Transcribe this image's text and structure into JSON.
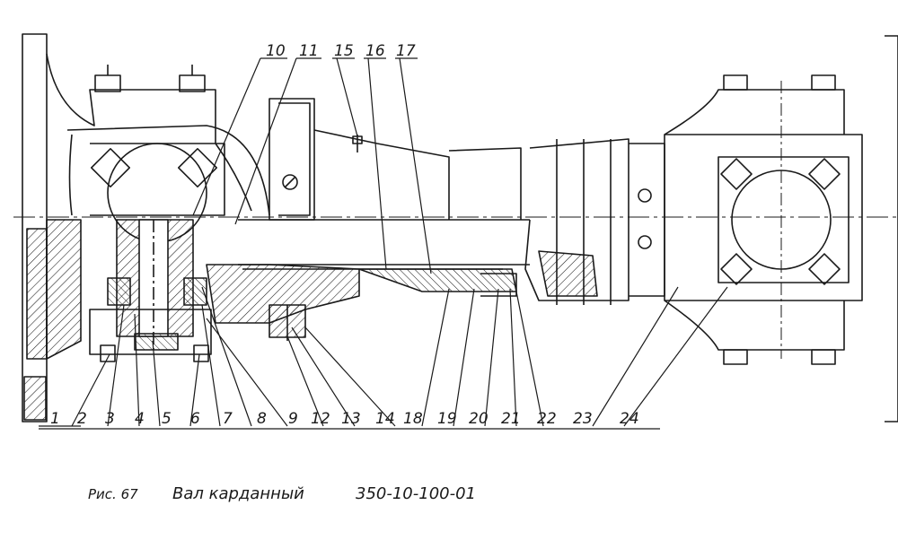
{
  "top_callouts": [
    "10",
    "11",
    "15",
    "16",
    "17"
  ],
  "bottom_callouts": [
    "1",
    "2",
    "3",
    "4",
    "5",
    "6",
    "7",
    "8",
    "9",
    "12",
    "13",
    "14",
    "18",
    "19",
    "20",
    "21",
    "22",
    "23",
    "24"
  ],
  "caption": {
    "figure": "Рис. 67",
    "title": "Вал карданный",
    "part_number": "350-10-100-01"
  },
  "colors": {
    "ink": "#1a1a1a",
    "paper": "#ffffff"
  }
}
